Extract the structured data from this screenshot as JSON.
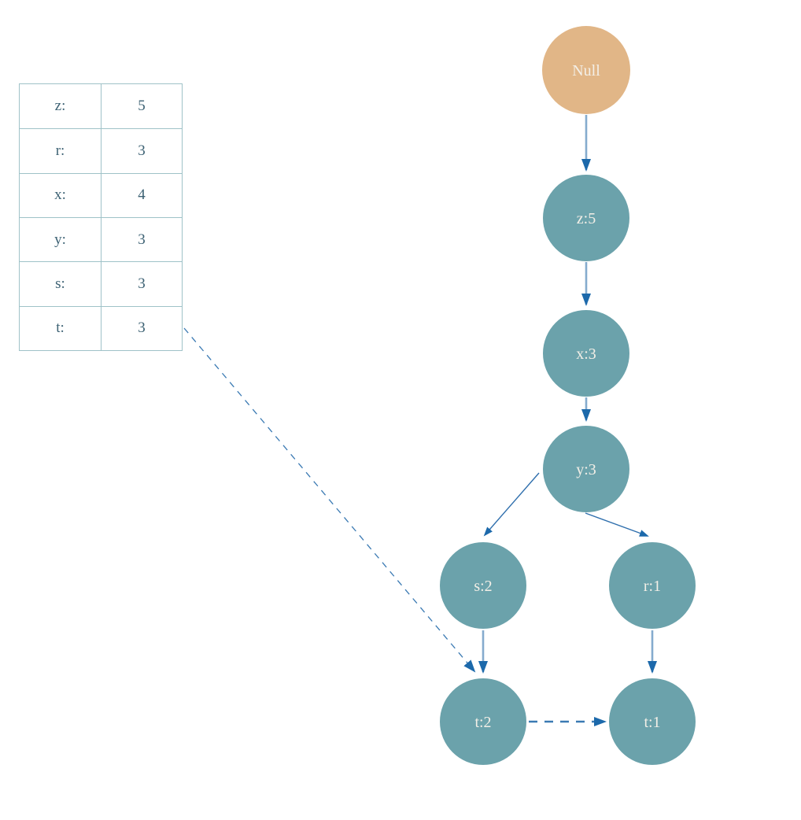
{
  "header_table": {
    "rows": [
      {
        "item": "z:",
        "count": "5"
      },
      {
        "item": "r:",
        "count": "3"
      },
      {
        "item": "x:",
        "count": "4"
      },
      {
        "item": "y:",
        "count": "3"
      },
      {
        "item": "s:",
        "count": "3"
      },
      {
        "item": "t:",
        "count": "3"
      }
    ]
  },
  "tree": {
    "nodes": {
      "null": {
        "label": "Null"
      },
      "z5": {
        "label": "z:5"
      },
      "x3": {
        "label": "x:3"
      },
      "y3": {
        "label": "y:3"
      },
      "s2": {
        "label": "s:2"
      },
      "r1": {
        "label": "r:1"
      },
      "t2": {
        "label": "t:2"
      },
      "t1": {
        "label": "t:1"
      }
    },
    "edges": [
      {
        "from": "null",
        "to": "z5",
        "style": "solid"
      },
      {
        "from": "z5",
        "to": "x3",
        "style": "solid"
      },
      {
        "from": "x3",
        "to": "y3",
        "style": "solid"
      },
      {
        "from": "y3",
        "to": "s2",
        "style": "solid"
      },
      {
        "from": "y3",
        "to": "r1",
        "style": "solid"
      },
      {
        "from": "s2",
        "to": "t2",
        "style": "solid"
      },
      {
        "from": "r1",
        "to": "t1",
        "style": "solid"
      },
      {
        "from": "t2",
        "to": "t1",
        "style": "dashed"
      },
      {
        "from": "header-table-row-t",
        "to": "t2",
        "style": "dashed"
      }
    ]
  },
  "colors": {
    "background": "#ffffff",
    "root_fill": "#e1b687",
    "node_fill": "#6ba2ab",
    "node_label": "#f3efe7",
    "edge": "#85abce",
    "edge_accent": "#2f6fad",
    "arrowhead": "#1c69ab",
    "dashed_link": "#3b7ab3",
    "table_border": "#9fc2c8",
    "table_text": "#3c6173"
  }
}
